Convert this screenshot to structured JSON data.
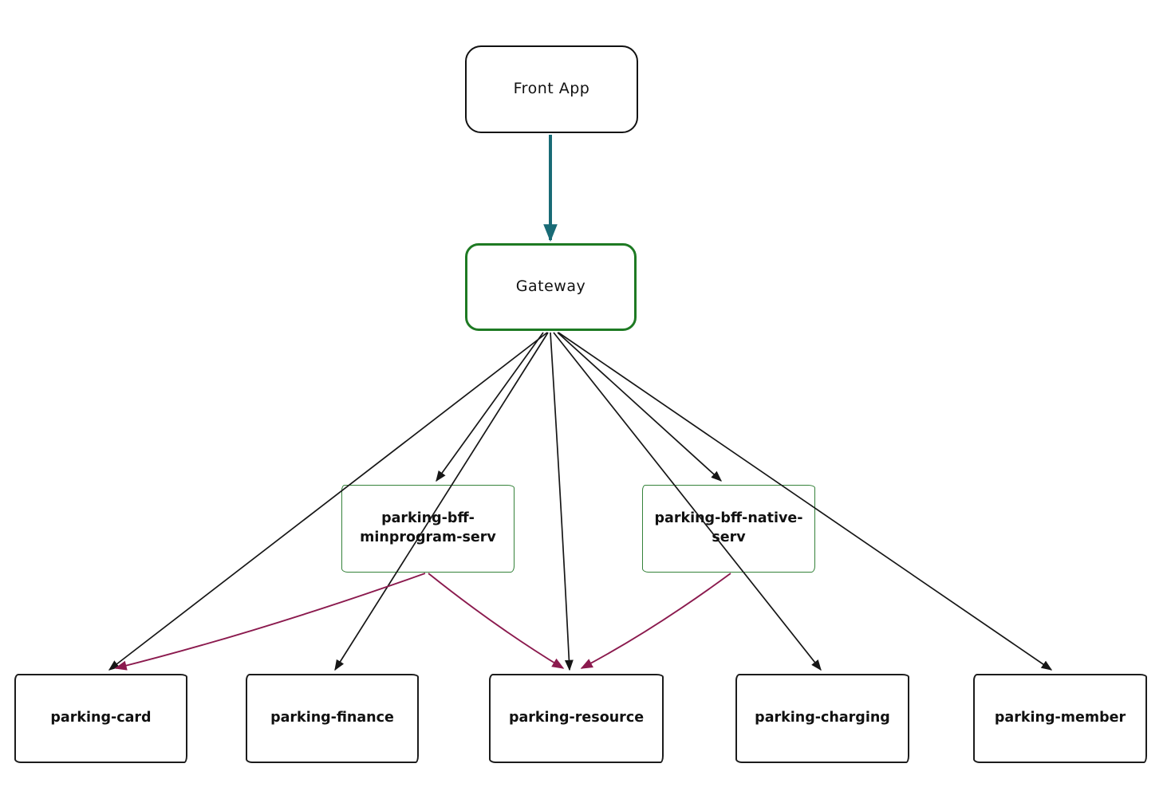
{
  "diagram": {
    "title": "",
    "nodes": [
      {
        "id": "front-app",
        "label": "Front App",
        "style": "rounded-black"
      },
      {
        "id": "gateway",
        "label": "Gateway",
        "style": "rounded-green"
      },
      {
        "id": "bff-minprogram",
        "label": "parking-bff-minprogram-serv",
        "style": "sketch-green"
      },
      {
        "id": "bff-native",
        "label": "parking-bff-native-serv",
        "style": "sketch-green"
      },
      {
        "id": "card",
        "label": "parking-card",
        "style": "sketch-black"
      },
      {
        "id": "finance",
        "label": "parking-finance",
        "style": "sketch-black"
      },
      {
        "id": "resource",
        "label": "parking-resource",
        "style": "sketch-black"
      },
      {
        "id": "charging",
        "label": "parking-charging",
        "style": "sketch-black"
      },
      {
        "id": "member",
        "label": "parking-member",
        "style": "sketch-black"
      }
    ],
    "edges": [
      {
        "from": "front-app",
        "to": "gateway",
        "color": "teal"
      },
      {
        "from": "gateway",
        "to": "card",
        "color": "black"
      },
      {
        "from": "gateway",
        "to": "bff-minprogram",
        "color": "black"
      },
      {
        "from": "gateway",
        "to": "finance",
        "color": "black"
      },
      {
        "from": "gateway",
        "to": "resource",
        "color": "black"
      },
      {
        "from": "gateway",
        "to": "bff-native",
        "color": "black"
      },
      {
        "from": "gateway",
        "to": "charging",
        "color": "black"
      },
      {
        "from": "gateway",
        "to": "member",
        "color": "black"
      },
      {
        "from": "bff-minprogram",
        "to": "card",
        "color": "magenta"
      },
      {
        "from": "bff-minprogram",
        "to": "resource",
        "color": "magenta"
      },
      {
        "from": "bff-native",
        "to": "resource",
        "color": "magenta"
      }
    ],
    "colors": {
      "black": "#161616",
      "magenta": "#8b1a4e",
      "teal": "#196b76",
      "green_dark": "#1e7a23",
      "green_light": "#35823a"
    }
  }
}
